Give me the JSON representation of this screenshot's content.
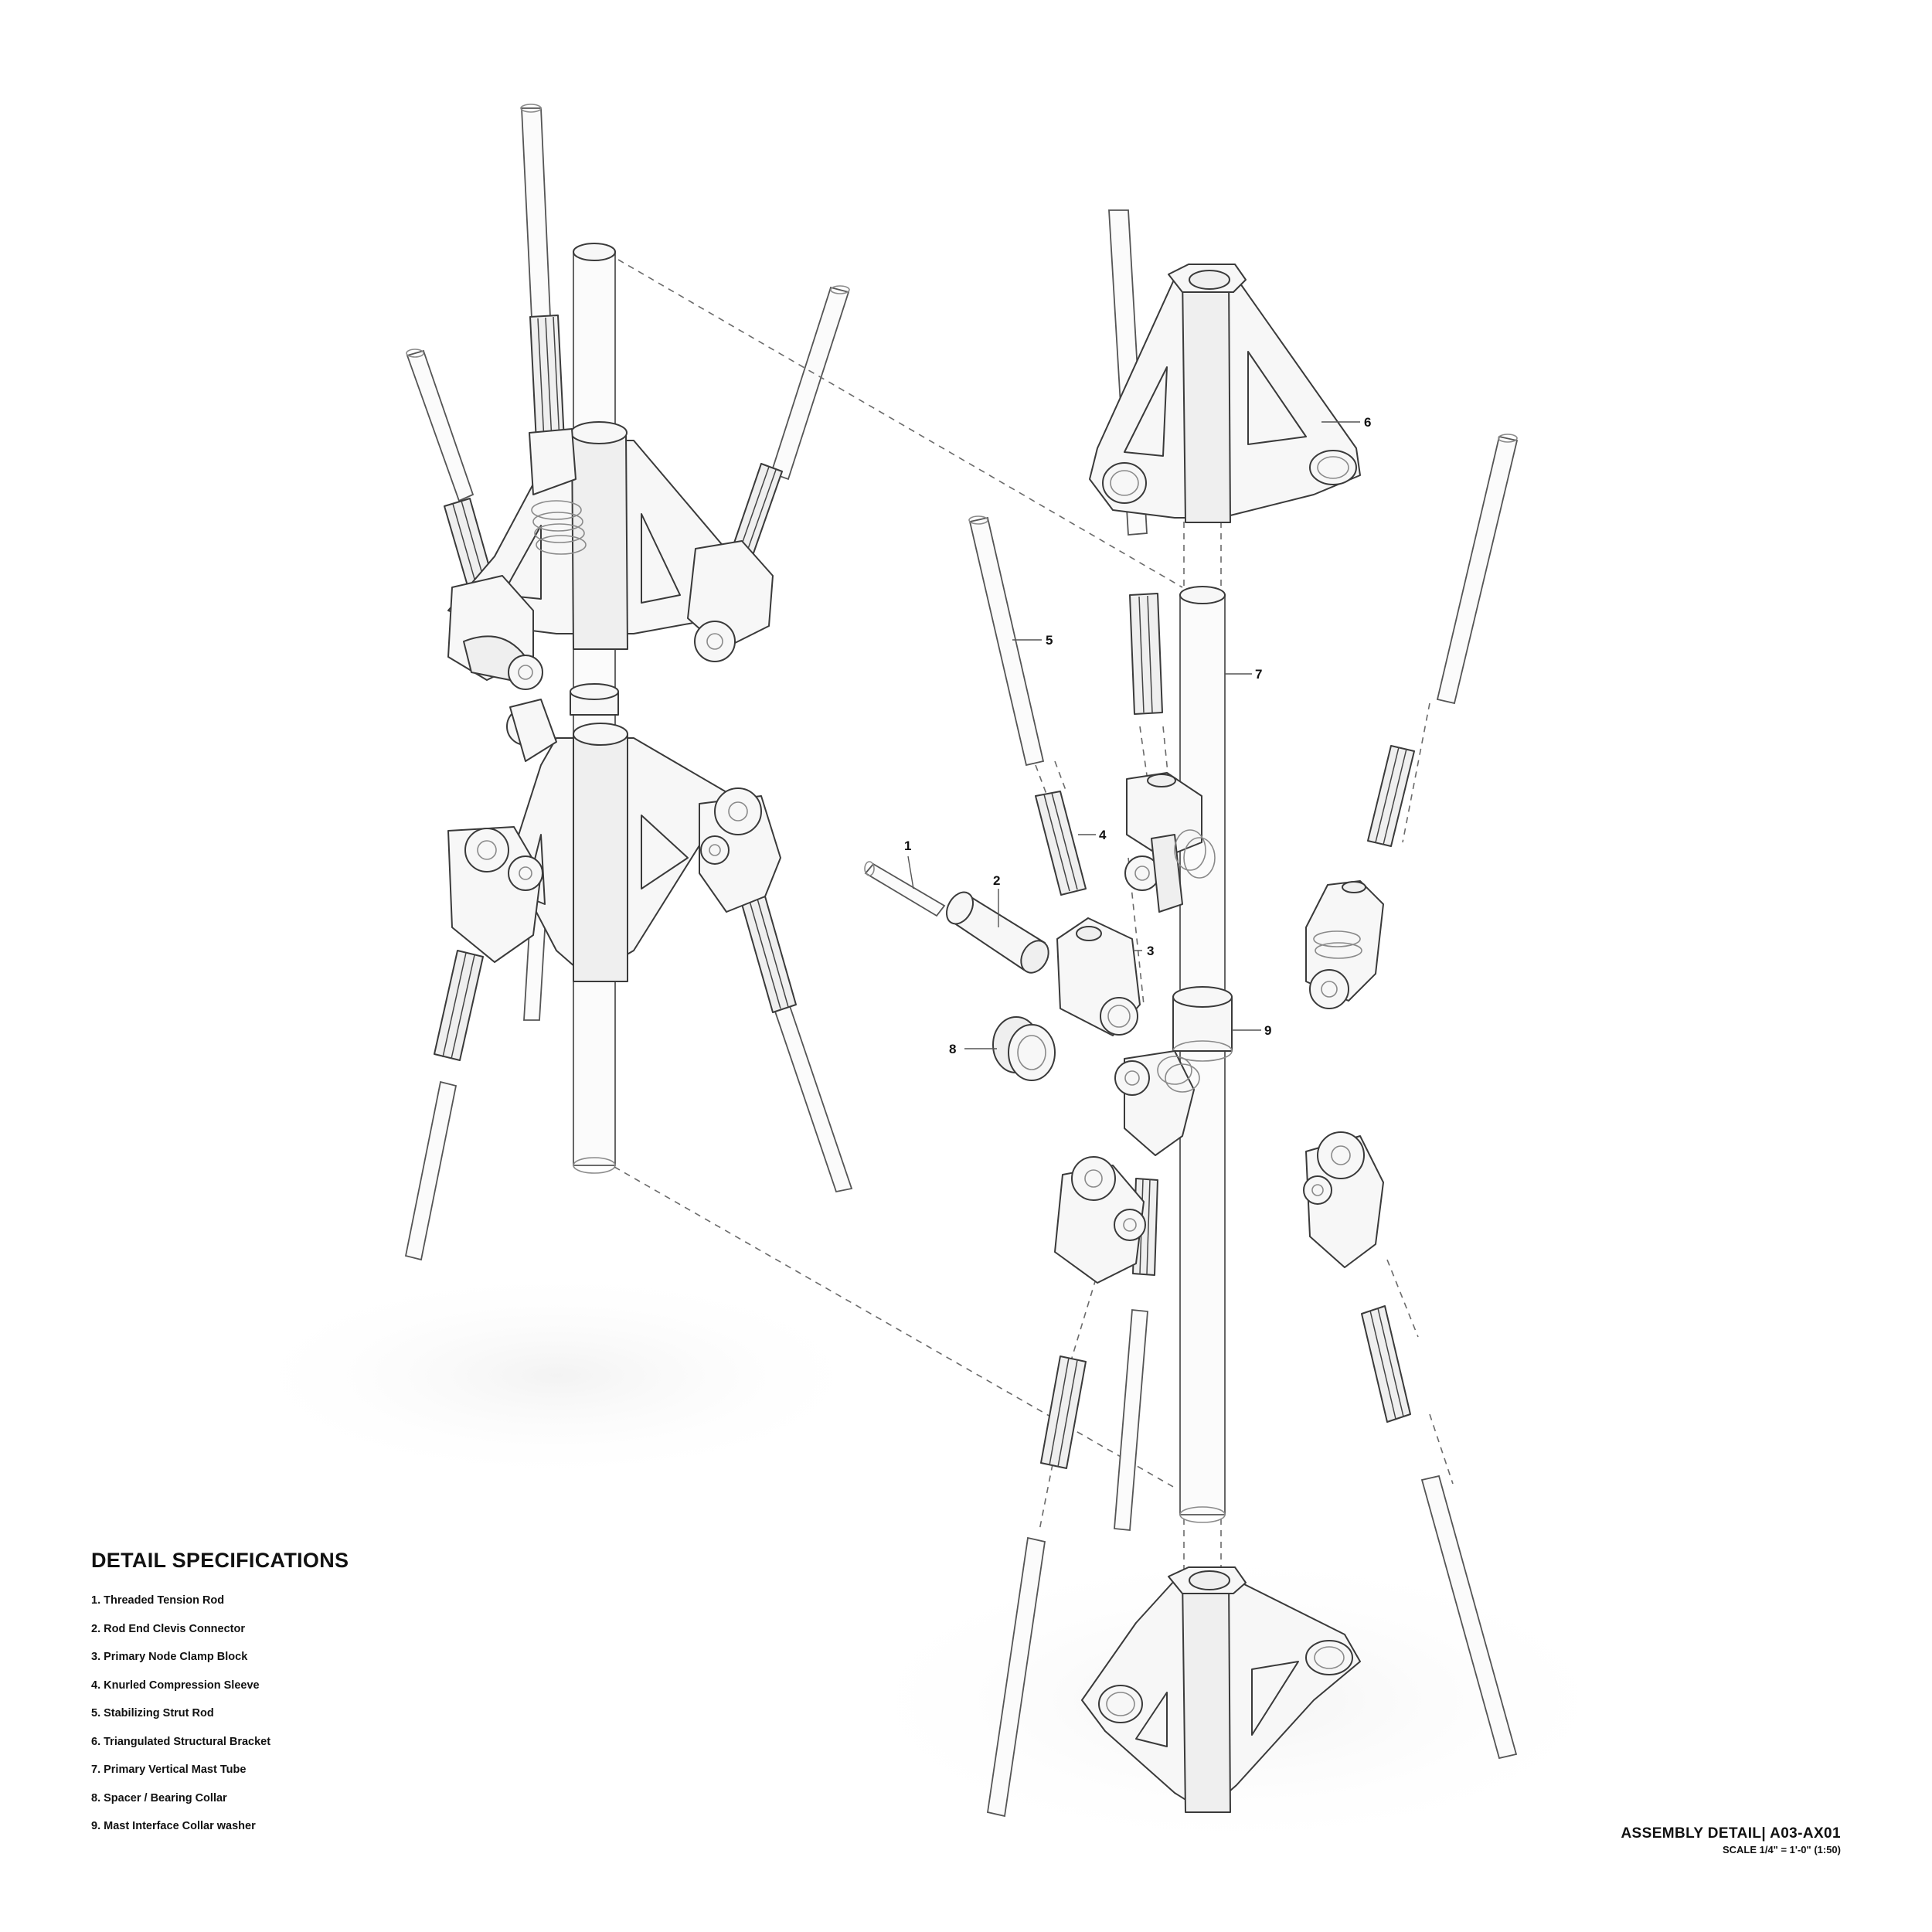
{
  "specifications": {
    "title": "DETAIL SPECIFICATIONS",
    "items": [
      "1. Threaded Tension Rod",
      "2. Rod End Clevis Connector",
      "3. Primary Node Clamp Block",
      "4. Knurled Compression Sleeve",
      "5. Stabilizing Strut Rod",
      "6. Triangulated Structural Bracket",
      "7. Primary Vertical Mast Tube",
      "8. Spacer / Bearing Collar",
      "9. Mast Interface Collar washer"
    ]
  },
  "callouts": [
    "1",
    "2",
    "3",
    "4",
    "5",
    "6",
    "7",
    "8",
    "9"
  ],
  "title_block": {
    "sheet": "ASSEMBLY DETAIL| A03-AX01",
    "scale": "SCALE 1/4\" = 1'-0\" (1:50)"
  },
  "colors": {
    "line": "#3a3a3a",
    "background": "#ffffff",
    "text": "#111111"
  }
}
